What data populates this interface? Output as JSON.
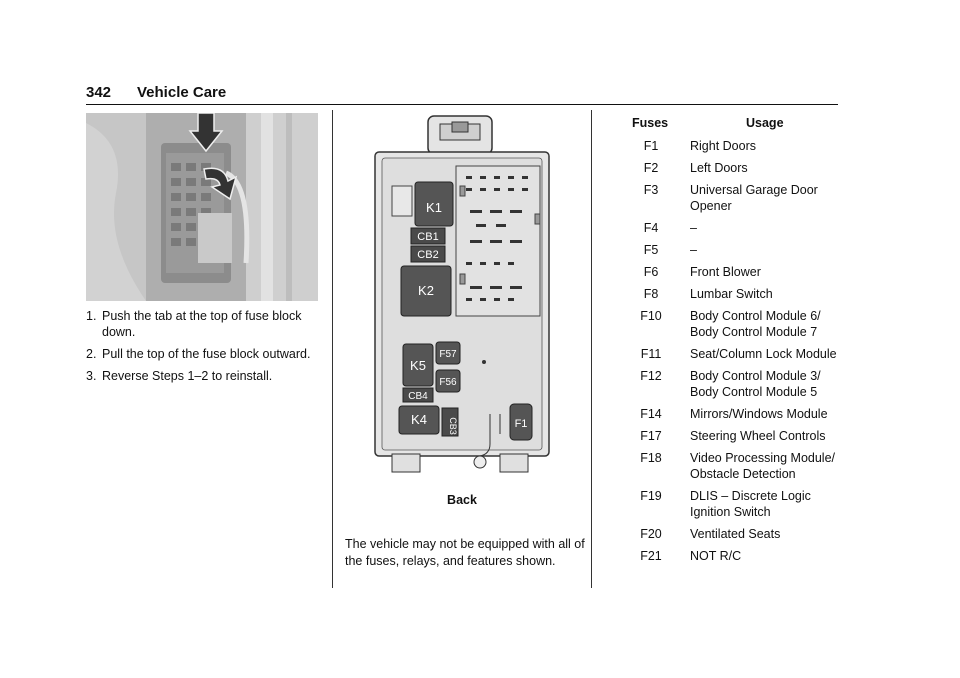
{
  "header": {
    "page_number": "342",
    "section": "Vehicle Care"
  },
  "steps": [
    {
      "num": "1.",
      "text": "Push the tab at the top of fuse block down."
    },
    {
      "num": "2.",
      "text": "Pull the top of the fuse block outward."
    },
    {
      "num": "3.",
      "text": "Reverse Steps 1–2 to reinstall."
    }
  ],
  "diagram": {
    "caption": "Back",
    "labels": {
      "k1": "K1",
      "cb1": "CB1",
      "cb2": "CB2",
      "k2": "K2",
      "k5": "K5",
      "f57": "F57",
      "f56": "F56",
      "cb4": "CB4",
      "k4": "K4",
      "cb3": "CB3",
      "f1": "F1"
    }
  },
  "note": "The vehicle may not be equipped with all of the fuses, relays, and features shown.",
  "fuse_table": {
    "col_fuses": "Fuses",
    "col_usage": "Usage",
    "rows": [
      {
        "fuse": "F1",
        "usage": "Right Doors"
      },
      {
        "fuse": "F2",
        "usage": "Left Doors"
      },
      {
        "fuse": "F3",
        "usage": "Universal Garage Door Opener"
      },
      {
        "fuse": "F4",
        "usage": "–"
      },
      {
        "fuse": "F5",
        "usage": "–"
      },
      {
        "fuse": "F6",
        "usage": "Front Blower"
      },
      {
        "fuse": "F8",
        "usage": "Lumbar Switch"
      },
      {
        "fuse": "F10",
        "usage": "Body Control Module 6/ Body Control Module 7"
      },
      {
        "fuse": "F11",
        "usage": "Seat/Column Lock Module"
      },
      {
        "fuse": "F12",
        "usage": "Body Control Module 3/ Body Control Module 5"
      },
      {
        "fuse": "F14",
        "usage": "Mirrors/Windows Module"
      },
      {
        "fuse": "F17",
        "usage": "Steering Wheel Controls"
      },
      {
        "fuse": "F18",
        "usage": "Video Processing Module/ Obstacle Detection"
      },
      {
        "fuse": "F19",
        "usage": "DLIS – Discrete Logic Ignition Switch"
      },
      {
        "fuse": "F20",
        "usage": "Ventilated Seats"
      },
      {
        "fuse": "F21",
        "usage": "NOT R/C"
      }
    ]
  }
}
